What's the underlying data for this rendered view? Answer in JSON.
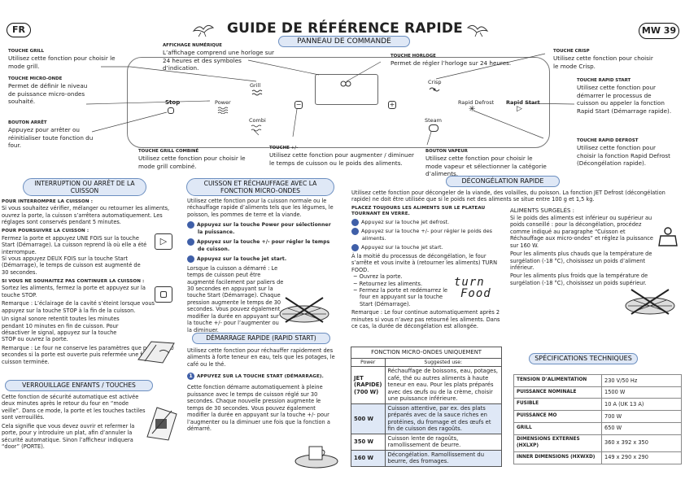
{
  "header": {
    "lang_badge": "FR",
    "title": "GUIDE DE RÉFÉRENCE RAPIDE",
    "model_badge": "MW 39",
    "panel_pill": "PANNEAU DE COMMANDE"
  },
  "callouts": {
    "grill": {
      "title": "Touche grill",
      "text": "Utilisez cette fonction pour choisir le mode grill."
    },
    "display": {
      "title": "Affichage numérique",
      "text": "L’affichage comprend une horloge sur 24 heures et des symboles d’indication."
    },
    "clock": {
      "title": "Touche horloge",
      "text": "Permet de régler l’horloge sur 24 heures."
    },
    "crisp": {
      "title": "Touche crisp",
      "text": "Utilisez cette fonction pour choisir le mode Crisp."
    },
    "micro": {
      "title": "Touche micro-onde",
      "text": "Permet de définir le niveau de puissance micro-ondes souhaité."
    },
    "start": {
      "title": "Touche rapid start",
      "text": "Utilisez cette fonction pour démarrer le processus de cuisson ou appeler la fonction Rapid Start (Démarrage rapide)."
    },
    "stop": {
      "title": "Bouton arrêt",
      "text": "Appuyez pour arrêter ou réinitialiser toute fonction du four."
    },
    "combi": {
      "title": "Touche grill combiné",
      "text": "Utilisez cette fonction pour choisir le mode grill combiné."
    },
    "plusminus": {
      "title": "Touche +/-",
      "text": "Utilisez cette fonction pour augmenter / diminuer le temps de cuisson ou le poids des aliments."
    },
    "steam": {
      "title": "Bouton vapeur",
      "text": "Utilisez cette fonction pour choisir le mode vapeur et sélectionner la catégorie d’aliments."
    },
    "defrost": {
      "title": "Touche rapid defrost",
      "text": "Utilisez cette fonction pour choisir la fonction Rapid Defrost (Décongélation rapide)."
    }
  },
  "panel": {
    "grill": "Grill",
    "power": "Power",
    "stop": "Stop",
    "combi": "Combi",
    "crisp": "Crisp",
    "rapid_defrost": "Rapid Defrost",
    "rapid_start": "Rapid Start",
    "steam": "Steam"
  },
  "interruption": {
    "pill": "INTERRUPTION OU ARRÊT DE LA CUISSON",
    "p1_title": "Pour interrompre la cuisson :",
    "p1_text": "Si vous souhaitez vérifier, mélanger ou retourner les aliments, ouvrez la porte, la cuisson s’arrêtera automatiquement. Les réglages sont conservés pendant 5 minutes.",
    "p2_title": "Pour poursuivre la cuisson :",
    "p2_text": "Fermez la porte et appuyez UNE FOIS sur la touche Start (Démarrage). La cuisson reprend là où elle a été interrompue.",
    "p2_text2": "Si vous appuyez DEUX FOIS sur la touche Start (Démarrage), le temps de cuisson est augmenté de 30 secondes.",
    "p3_title": "Si vous ne souhaitez pas continuer la cuisson :",
    "p3_text": "Sortez les aliments, fermez la porte et appuyez sur la touche STOP.",
    "remark1": "Remarque : L’éclairage de la cavité s’éteint lorsque vous appuyez sur la touche STOP à la fin de la cuisson.",
    "signal": "Un signal sonore retentit toutes les minutes pendant 10 minutes en fin de cuisson. Pour désactiver le signal, appuyez sur la touche STOP ou ouvrez la porte.",
    "remark2": "Remarque : Le four ne conserve les paramètres que pendant 60 secondes si la porte est ouverte puis refermée une fois la cuisson terminée."
  },
  "lock": {
    "pill": "VERROUILLAGE ENFANTS / TOUCHES",
    "p1": "Cette fonction de sécurité automatique est activée deux minutes après le retour du four en “mode veille”. Dans ce mode, la porte et les touches tactiles sont verrouillés.",
    "p2": "Cela signifie que vous devez ouvrir et refermer la porte, pour y introduire un plat, afin d’annuler la sécurité automatique. Sinon l’afficheur indiquera “door” (PORTE)."
  },
  "cooking": {
    "pill": "CUISSON ET RÉCHAUFFAGE AVEC LA FONCTION MICRO-ONDES",
    "intro": "Utilisez cette fonction pour la cuisson normale ou le réchauffage rapide d’aliments tels que les légumes, le poisson, les pommes de terre et la viande.",
    "steps": [
      {
        "n": "1",
        "text": "Appuyez sur la touche Power pour sélectionner la puissance."
      },
      {
        "n": "2",
        "text": "Appuyez sur la touche +/- pour régler le temps de cuisson."
      },
      {
        "n": "3",
        "text": "Appuyez sur la touche jet start."
      }
    ],
    "during": "Lorsque la cuisson a démarré : Le temps de cuisson peut être augmenté facilement par paliers de 30 secondes en appuyant sur la touche Start (Démarrage). Chaque pression augmente le temps de 30 secondes. Vous pouvez également modifier la durée en appuyant sur la touche +/- pour l’augmenter ou la diminuer."
  },
  "rapidstart": {
    "pill": "DÉMARRAGE RAPIDE (RAPID START)",
    "intro": "Utilisez cette fonction pour réchauffer rapidement des aliments à forte teneur en eau, tels que les potages, le café ou le thé.",
    "step": "Appuyez sur la touche Start (Démarrage).",
    "text": "Cette fonction démarre automatiquement à pleine puissance avec le temps de cuisson réglé sur 30 secondes. Chaque nouvelle pression augmente le temps de 30 secondes. Vous pouvez également modifier la durée en appuyant sur la touche +/- pour l’augmenter ou la diminuer une fois que la fonction a démarré."
  },
  "defrost": {
    "pill": "DÉCONGÉLATION RAPIDE",
    "intro": "Utilisez cette fonction pour décongeler de la viande, des volailles, du poisson. La fonction JET Defrost (décongélation rapide) ne doit être utilisée que si le poids net des aliments se situe entre 100 g et 1,5 kg.",
    "place": "Placez toujours les aliments sur le plateau tournant en verre.",
    "steps": [
      {
        "n": "1",
        "text": "Appuyez sur la touche jet defrost."
      },
      {
        "n": "2",
        "text": "Appuyez sur la touche +/- pour régler le poids des aliments."
      },
      {
        "n": "3",
        "text": "Appuyez sur la touche jet start."
      }
    ],
    "half": "À la moitié du processus de décongélation, le four s’arrête et vous invite à (retourner les aliments) TURN FOOD.",
    "bullets": [
      "Ouvrez la porte.",
      "Retournez les aliments.",
      "Fermez la porte et redémarrez le four en appuyant sur la touche Start (Démarrage)."
    ],
    "turn_food_1": "turn",
    "turn_food_2": "Food",
    "remark": "Remarque : Le four continue automatiquement après 2 minutes si vous n’avez pas retourné les aliments. Dans ce cas, la durée de décongélation est allongée.",
    "frozen_title": "ALIMENTS SURGELÉS :",
    "frozen_p1": "Si le poids des aliments est inférieur ou supérieur au poids conseillé : pour la décongélation, procédez comme indiqué au paragraphe “Cuisson et Réchauffage aux micro-ondes” et réglez la puissance sur 160 W.",
    "frozen_p2": "Pour les aliments plus chauds que la température de surgélation (-18 °C), choisissez un poids d’aliment inférieur.",
    "frozen_p3": "Pour les aliments plus froids que la température de surgélation (-18 °C), choisissez un poids supérieur."
  },
  "micro_table": {
    "title": "FONCTION MICRO-ONDES UNIQUEMENT",
    "head": [
      "Power",
      "Suggested use:"
    ],
    "rows": [
      {
        "power": "JET (RAPIDE) (700 W)",
        "use": "Réchauffage de boissons, eau, potages, café, thé ou autres aliments à haute teneur en eau. Pour les plats préparés avec des œufs ou de la crème, choisir une puissance inférieure."
      },
      {
        "power": "500 W",
        "use": "Cuisson attentive, par ex. des plats préparés avec de la sauce riches en protéines, du fromage et des œufs et fin de cuisson des ragoûts."
      },
      {
        "power": "350 W",
        "use": "Cuisson lente de ragoûts, ramollissement de beurre."
      },
      {
        "power": "160 W",
        "use": "Décongélation. Ramollissement du beurre, des fromages."
      }
    ]
  },
  "specs": {
    "pill": "SPÉCIFICATIONS TECHNIQUES",
    "rows": [
      {
        "k": "Tension d’alimentation",
        "v": "230 V/50 Hz"
      },
      {
        "k": "Puissance nominale",
        "v": "1500 W"
      },
      {
        "k": "Fusible",
        "v": "10 A (UK 13 A)"
      },
      {
        "k": "Puissance MO",
        "v": "700 W"
      },
      {
        "k": "Grill",
        "v": "650 W"
      },
      {
        "k": "Dimensions externes (HxLxP)",
        "v": "360 x 392 x 350"
      },
      {
        "k": "Inner dimensions (HxWxD)",
        "v": "149 x 290 x 290"
      }
    ]
  }
}
